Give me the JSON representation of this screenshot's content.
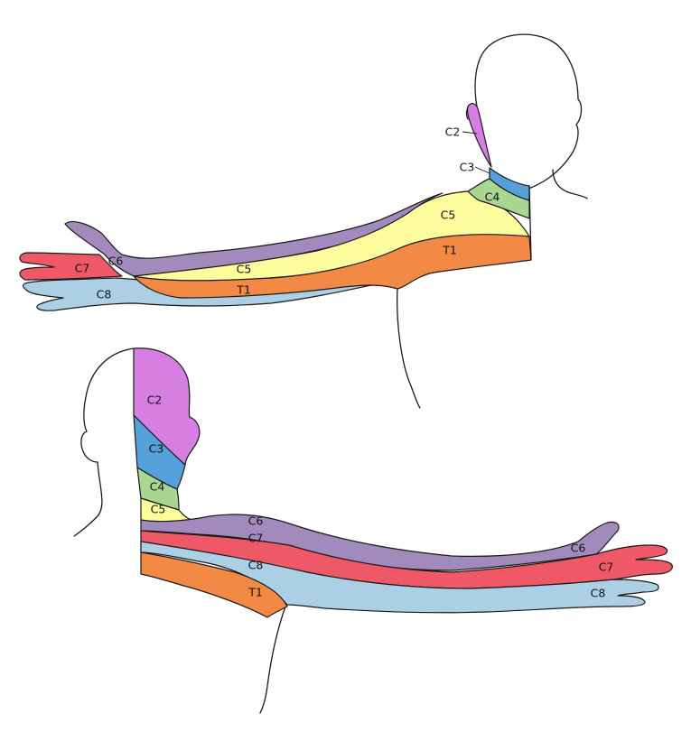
{
  "colors": {
    "C2": "#d77ee3",
    "C3": "#559fdb",
    "C4": "#a9d691",
    "C5": "#fdfd9e",
    "C6": "#a28bbc",
    "C7": "#ee5867",
    "C8": "#abd0e5",
    "T1": "#f28a45"
  },
  "top_view": {
    "labels": {
      "c2": "C2",
      "c3": "C3",
      "c4": "C4",
      "c5_shoulder": "C5",
      "c5_arm": "C5",
      "c6": "C6",
      "c7": "C7",
      "c8": "C8",
      "t1_shoulder": "T1",
      "t1_arm": "T1"
    }
  },
  "bottom_view": {
    "labels": {
      "c2": "C2",
      "c3": "C3",
      "c4": "C4",
      "c5": "C5",
      "c6_arm": "C6",
      "c6_hand": "C6",
      "c7_arm": "C7",
      "c7_hand": "C7",
      "c8_arm": "C8",
      "c8_hand": "C8",
      "t1": "T1"
    }
  }
}
